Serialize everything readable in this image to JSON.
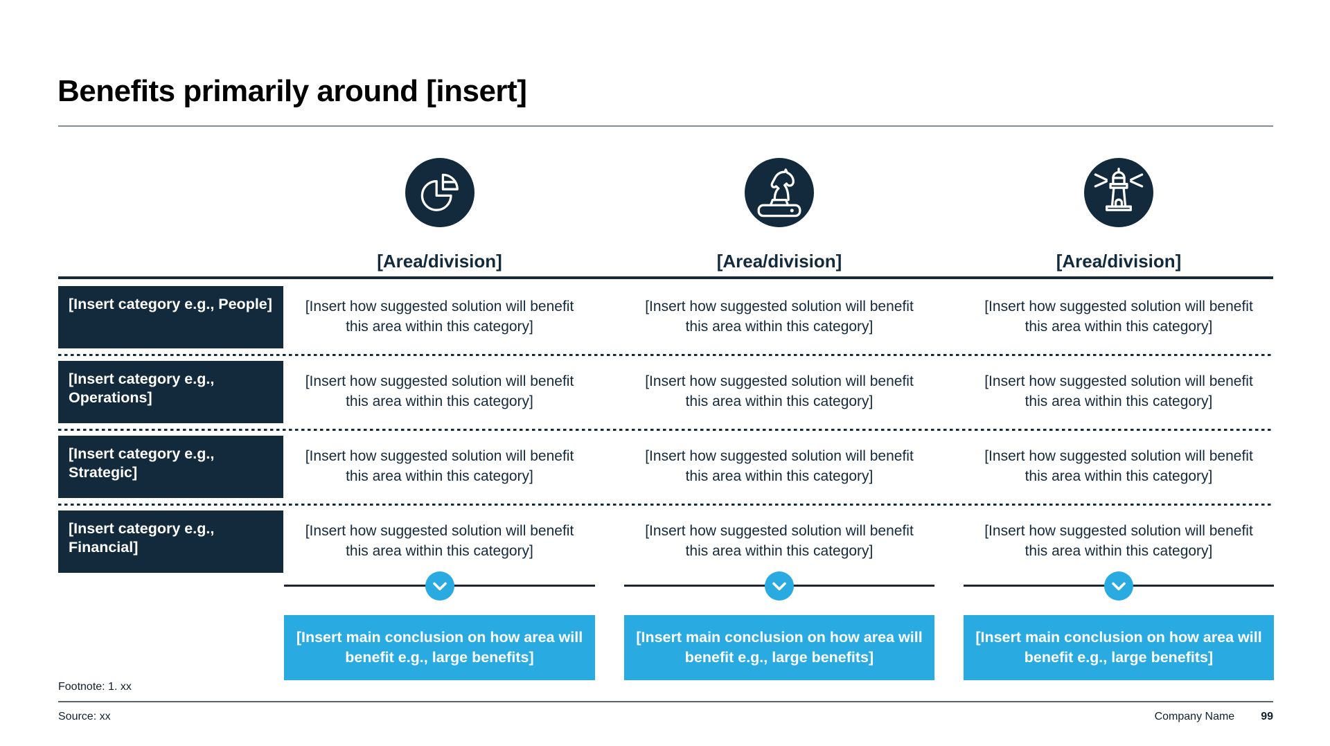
{
  "slide": {
    "title": "Benefits primarily around [insert]",
    "footnote": "Footnote: 1. xx",
    "source": "Source: xx",
    "company_name": "Company Name",
    "page_number": "99"
  },
  "colors": {
    "navy": "#122a3c",
    "blue": "#29abe2"
  },
  "table": {
    "columns": [
      {
        "icon": "pie-chart-icon",
        "header": "[Area/division]"
      },
      {
        "icon": "chess-knight-icon",
        "header": "[Area/division]"
      },
      {
        "icon": "lighthouse-icon",
        "header": "[Area/division]"
      }
    ],
    "rows": [
      {
        "category": "[Insert category e.g., People]",
        "cells": [
          "[Insert how suggested solution will benefit this area within this category]",
          "[Insert how suggested solution will benefit this area within this category]",
          "[Insert how suggested solution will benefit this area within this category]"
        ]
      },
      {
        "category": "[Insert category e.g., Operations]",
        "cells": [
          "[Insert how suggested solution will benefit this area within this category]",
          "[Insert how suggested solution will benefit this area within this category]",
          "[Insert how suggested solution will benefit this area within this category]"
        ]
      },
      {
        "category": "[Insert category e.g., Strategic]",
        "cells": [
          "[Insert how suggested solution will benefit this area within this category]",
          "[Insert how suggested solution will benefit this area within this category]",
          "[Insert how suggested solution will benefit this area within this category]"
        ]
      },
      {
        "category": "[Insert category e.g., Financial]",
        "cells": [
          "[Insert how suggested solution will benefit this area within this category]",
          "[Insert how suggested solution will benefit this area within this category]",
          "[Insert how suggested solution will benefit this area within this category]"
        ]
      }
    ],
    "conclusions": [
      "[Insert main conclusion on how area will benefit e.g., large benefits]",
      "[Insert main conclusion on how area will benefit e.g., large benefits]",
      "[Insert main conclusion on how area will benefit e.g., large benefits]"
    ]
  }
}
